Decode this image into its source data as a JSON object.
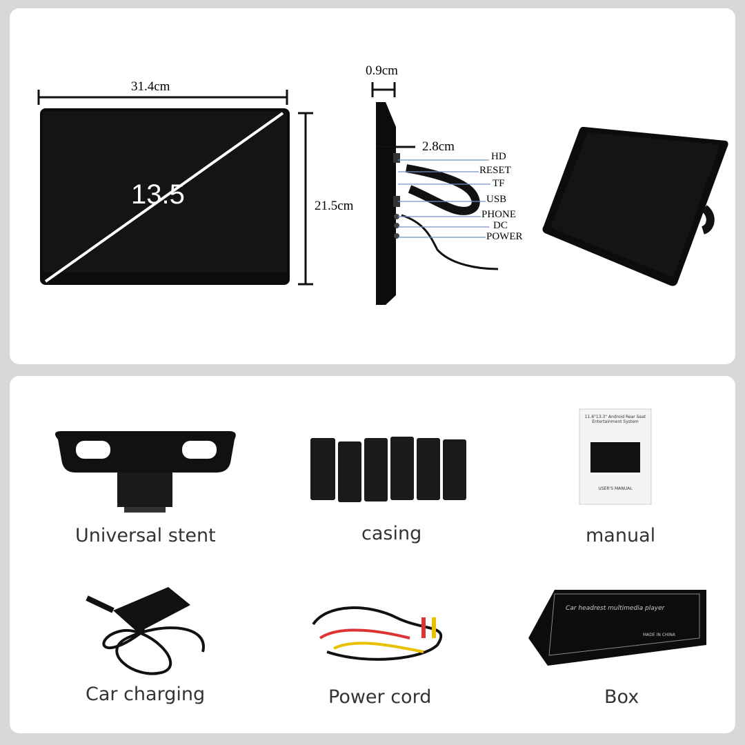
{
  "specs": {
    "width_label": "31.4cm",
    "height_label": "21.5cm",
    "depth_label": "0.9cm",
    "thickness_label": "2.8cm",
    "screen_size": "13.5",
    "ports": [
      "HD",
      "RESET",
      "TF",
      "USB",
      "PHONE",
      "DC",
      "POWER"
    ]
  },
  "accessories": [
    {
      "label": "Universal stent",
      "icon": "stent-bracket-icon"
    },
    {
      "label": "casing",
      "icon": "casing-clips-icon"
    },
    {
      "label": "manual",
      "icon": "manual-booklet-icon"
    },
    {
      "label": "Car charging",
      "icon": "car-charger-icon"
    },
    {
      "label": "Power cord",
      "icon": "power-cord-icon"
    },
    {
      "label": "Box",
      "icon": "gift-box-icon"
    }
  ],
  "manual_text": {
    "title": "11.6\"13.3\" Android Rear Seat Entertainment System",
    "footer": "USER'S MANUAL"
  },
  "box_text": {
    "title": "Car headrest multimedia player",
    "footer": "MADE IN CHINA"
  },
  "colors": {
    "panel": "#ffffff",
    "background": "#d7d7d7",
    "device": "#0c0c0c",
    "port_line": "#6f8fc8"
  }
}
